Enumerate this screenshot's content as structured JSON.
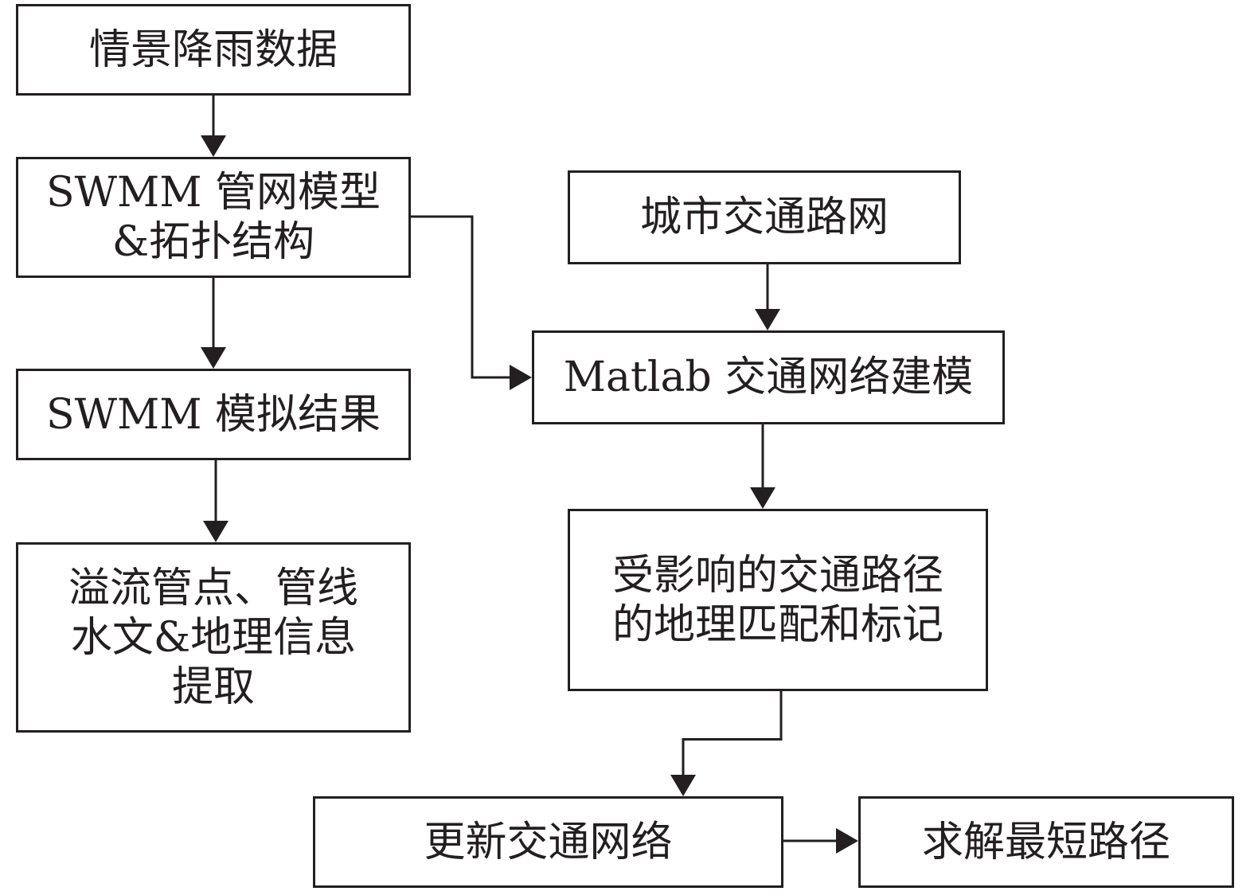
{
  "nodes": {
    "rainfall": {
      "lines": [
        "情景降雨数据"
      ]
    },
    "swmm_model": {
      "lines": [
        "SWMM 管网模型",
        "&拓扑结构"
      ]
    },
    "swmm_result": {
      "lines": [
        "SWMM 模拟结果"
      ]
    },
    "overflow_info": {
      "lines": [
        "溢流管点、管线",
        "水文&地理信息",
        "提取"
      ]
    },
    "urban_road": {
      "lines": [
        "城市交通路网"
      ]
    },
    "matlab_model": {
      "lines": [
        "Matlab 交通网络建模"
      ]
    },
    "affected_routes": {
      "lines": [
        "受影响的交通路径",
        "的地理匹配和标记"
      ]
    },
    "update_network": {
      "lines": [
        "更新交通网络"
      ]
    },
    "shortest_path": {
      "lines": [
        "求解最短路径"
      ]
    }
  },
  "edges": [
    {
      "from": "rainfall",
      "to": "swmm_model"
    },
    {
      "from": "swmm_model",
      "to": "swmm_result"
    },
    {
      "from": "swmm_result",
      "to": "overflow_info"
    },
    {
      "from": "swmm_model",
      "to": "matlab_model"
    },
    {
      "from": "urban_road",
      "to": "matlab_model"
    },
    {
      "from": "matlab_model",
      "to": "affected_routes"
    },
    {
      "from": "affected_routes",
      "to": "update_network"
    },
    {
      "from": "update_network",
      "to": "shortest_path"
    }
  ]
}
